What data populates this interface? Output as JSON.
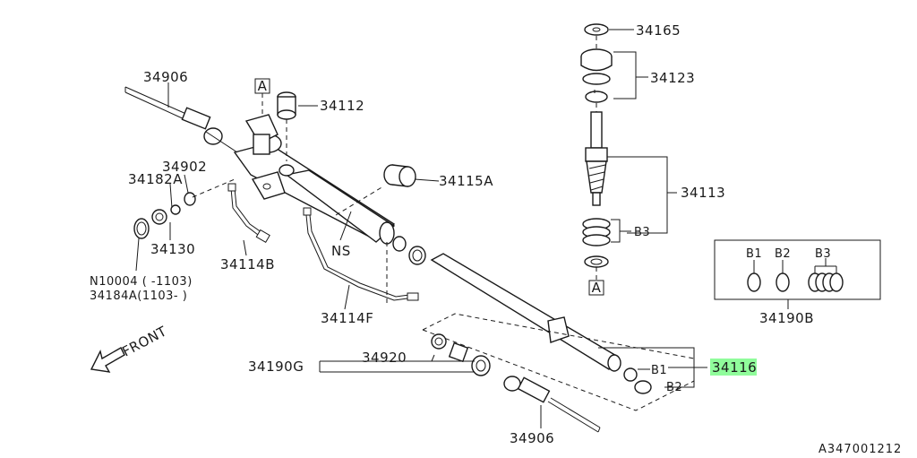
{
  "labels": {
    "p34906_top": "34906",
    "p34906_bottom": "34906",
    "p34112": "34112",
    "p34902": "34902",
    "p34182A": "34182A",
    "p34130": "34130",
    "p34114B": "34114B",
    "p34115A": "34115A",
    "ns": "NS",
    "p34114F": "34114F",
    "n10004": "N10004 (  -1103)",
    "p34184A": "34184A(1103-  )",
    "front": "FRONT",
    "p34190G": "34190G",
    "p34920": "34920",
    "p34116": "34116",
    "b1_main": "B1",
    "b2_main": "B2",
    "p34165": "34165",
    "p34123": "34123",
    "p34113": "34113",
    "b3_main": "B3",
    "ref_a_left": "A",
    "ref_a_right": "A",
    "kit_b1": "B1",
    "kit_b2": "B2",
    "kit_b3": "B3",
    "p34190B": "34190B",
    "diagram_id": "A347001212"
  },
  "colors": {
    "line": "#1a1a1a",
    "highlight": "#7cfc8a",
    "background": "#ffffff"
  }
}
